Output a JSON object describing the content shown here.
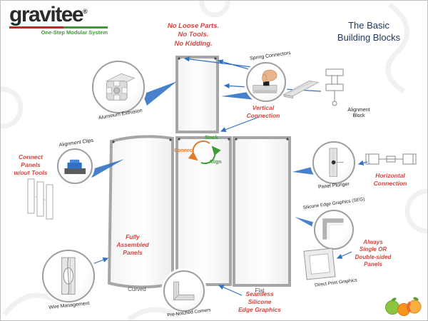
{
  "logo": {
    "text": "gravitee",
    "reg": "®",
    "tagline": "One-Step Modular System"
  },
  "header": {
    "no_loose": "No Loose Parts.\nNo Tools.\nNo Kidding.",
    "title": "The Basic\nBuilding Blocks"
  },
  "callouts": {
    "aluminum_extrusion": "Aluminum Extrusion",
    "spring_connectors": "Spring Connectors",
    "vertical_connection": "Vertical\nConnection",
    "alignment_block": "Alignment\nBlock",
    "alignment_clips": "Alignment Clips",
    "connect_panels": "Connect\nPanels\nw/out Tools",
    "panel_plunger": "Panel Plunger",
    "horizontal_connection": "Horizontal\nConnection",
    "fully_assembled": "Fully\nAssembled\nPanels",
    "wire_management": "Wire Management",
    "pre_notched_corners": "Pre-Notched Corners",
    "seg_label": "Silicone Edge Graphics (SEG)",
    "direct_print": "Direct Print Graphics",
    "always_panels": "Always\nSingle OR\nDouble-sided\nPanels",
    "seamless": "Seamless\nSilicone\nEdge Graphics"
  },
  "panel_labels": {
    "curved": "Curved",
    "flat": "Flat"
  },
  "cycle": {
    "stack": "Stack",
    "connect": "Connect",
    "align": "Align"
  },
  "colors": {
    "red": "#d6453f",
    "navy": "#21395e",
    "green": "#3f9b35",
    "orange": "#e07b2a",
    "arrow_blue": "#2f6fc4"
  }
}
